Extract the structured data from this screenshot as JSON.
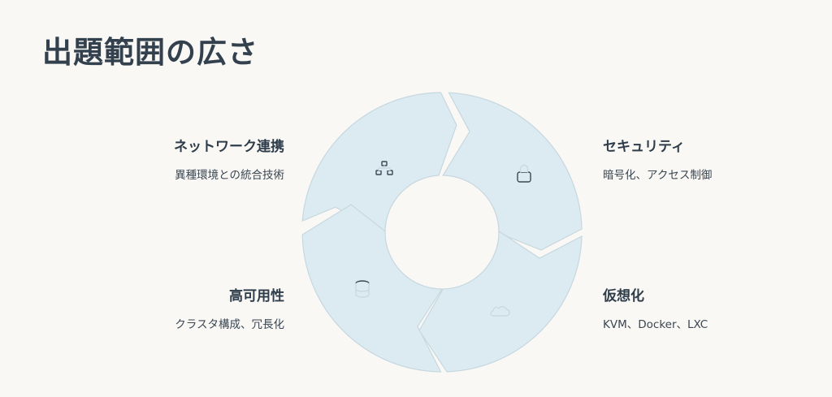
{
  "title": "出題範囲の広さ",
  "colors": {
    "segment_fill": "#dbebf1",
    "segment_stroke": "#c7d7df",
    "background": "#f9f8f5",
    "text": "#2f3d4a"
  },
  "topics": [
    {
      "title": "ネットワーク連携",
      "desc": "異種環境との統合技術",
      "icon": "network-icon"
    },
    {
      "title": "セキュリティ",
      "desc": "暗号化、アクセス制御",
      "icon": "lock-icon"
    },
    {
      "title": "高可用性",
      "desc": "クラスタ構成、冗長化",
      "icon": "database-icon"
    },
    {
      "title": "仮想化",
      "desc": "KVM、Docker、LXC",
      "icon": "cloud-icon"
    }
  ]
}
